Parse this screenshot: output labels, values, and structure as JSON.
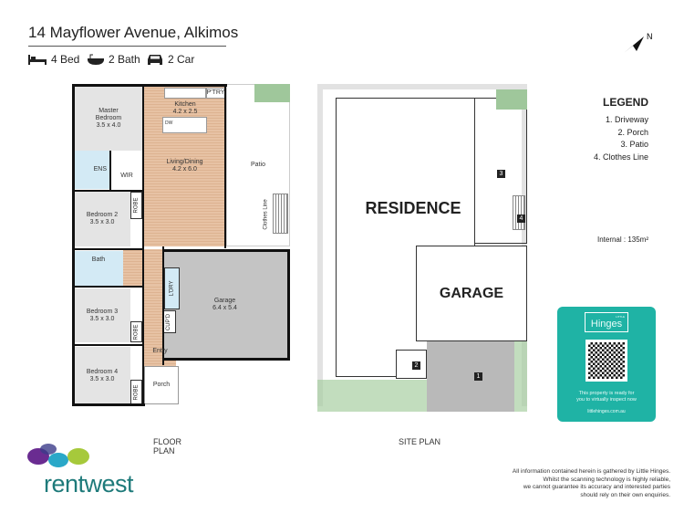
{
  "header": {
    "address": "14 Mayflower Avenue, Alkimos",
    "features": [
      {
        "icon": "bed-icon",
        "label": "4 Bed"
      },
      {
        "icon": "bath-icon",
        "label": "2 Bath"
      },
      {
        "icon": "car-icon",
        "label": "2 Car"
      }
    ]
  },
  "compass": {
    "label": "N"
  },
  "floor_plan": {
    "caption": "FLOOR PLAN",
    "rooms": {
      "master": {
        "name": "Master Bedroom",
        "size": "3.5 x 4.0"
      },
      "ens": {
        "name": "ENS"
      },
      "wir": {
        "name": "WIR"
      },
      "bed2": {
        "name": "Bedroom 2",
        "size": "3.5 x 3.0"
      },
      "bath": {
        "name": "Bath"
      },
      "bed3": {
        "name": "Bedroom 3",
        "size": "3.5 x 3.0"
      },
      "bed4": {
        "name": "Bedroom 4",
        "size": "3.5 x 3.0"
      },
      "kitchen": {
        "name": "Kitchen",
        "size": "4.2 x 2.5"
      },
      "living": {
        "name": "Living/Dining",
        "size": "4.2 x 6.0"
      },
      "pantry": {
        "name": "P'TRY"
      },
      "dw": {
        "name": "DW"
      },
      "patio": {
        "name": "Patio"
      },
      "clothes": {
        "name": "Clothes Line"
      },
      "garage": {
        "name": "Garage",
        "size": "6.4 x 5.4"
      },
      "laundry": {
        "name": "L'DRY"
      },
      "cupd": {
        "name": "CUP'D"
      },
      "entry": {
        "name": "Entry"
      },
      "porch": {
        "name": "Porch"
      },
      "robe": "ROBE"
    }
  },
  "site_plan": {
    "caption": "SITE PLAN",
    "residence": "RESIDENCE",
    "garage": "GARAGE",
    "markers": [
      "1",
      "2",
      "3",
      "4"
    ]
  },
  "legend": {
    "title": "LEGEND",
    "items": [
      "1. Driveway",
      "2. Porch",
      "3. Patio",
      "4. Clothes Line"
    ],
    "internal": "Internal  : 135m²"
  },
  "promo": {
    "brand_small": "LITTLE",
    "brand": "Hinges",
    "text1": "This property is ready for",
    "text2": "you to virtually inspect now",
    "url": "littlehinges.com.au",
    "color": "#1fb3a5"
  },
  "logo": {
    "text": "rentwest",
    "color": "#1e7a7a"
  },
  "disclaimer": [
    "All information contained herein is gathered by Little Hinges.",
    "Whilst the scanning technology is highly reliable,",
    "we cannot guarantee its accuracy and interested parties",
    "should rely on their own enquiries."
  ]
}
